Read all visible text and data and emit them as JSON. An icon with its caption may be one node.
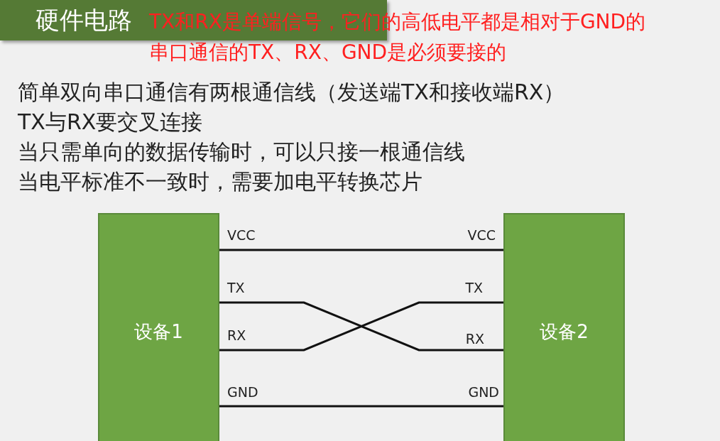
{
  "diagram": {
    "nodes": [
      {
        "text": [
          "硬件电路"
        ]
      },
      {
        "text": [
          "设备1"
        ]
      },
      {
        "text": [
          "设备2"
        ]
      }
    ],
    "edges": [
      {
        "from": 1,
        "to": 2,
        "arrow": "none"
      },
      {
        "from": 1,
        "to": 2,
        "arrow": "none"
      },
      {
        "from": 1,
        "to": 2,
        "arrow": "none"
      },
      {
        "from": 1,
        "to": 2,
        "arrow": "none"
      }
    ],
    "labels": [
      "TX和RX是单端信号，它们的高低电平都是相对于GND的",
      "串口通信的TX、RX、GND是必须要接的",
      "简单双向串口通信有两根通信线（发送端TX和接收端RX）",
      "TX与RX要交叉连接",
      "当只需单向的数据传输时，可以只接一根通信线",
      "当电平标准不一致时，需要加电平转换芯片",
      "VCC",
      "VCC",
      "TX",
      "TX",
      "RX",
      "RX",
      "GND",
      "GND"
    ]
  }
}
